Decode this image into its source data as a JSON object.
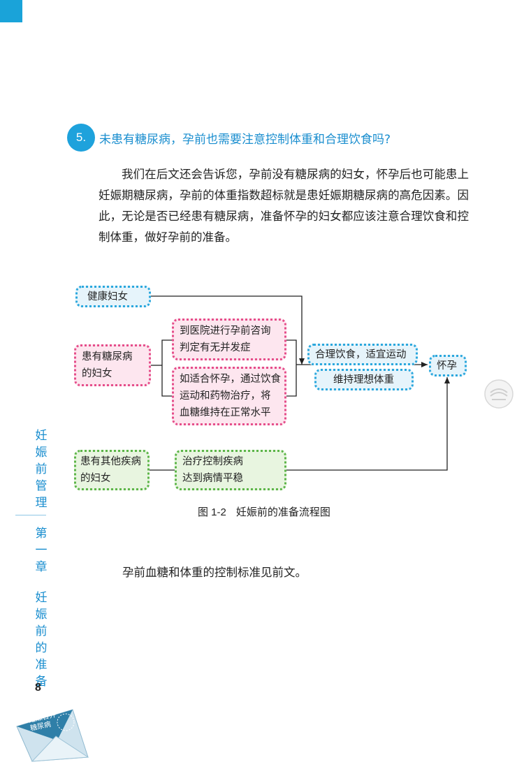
{
  "question": {
    "number": "5.",
    "title": "未患有糖尿病，孕前也需要注意控制体重和合理饮食吗?"
  },
  "paragraph": "我们在后文还会告诉您，孕前没有糖尿病的妇女，怀孕后也可能患上妊娠期糖尿病，孕前的体重指数超标就是患妊娠期糖尿病的高危因素。因此，无论是否已经患有糖尿病，准备怀孕的妇女都应该注意合理饮食和控制体重，做好孕前的准备。",
  "flowchart": {
    "healthy": "健康妇女",
    "diabetic": [
      "患有糖尿病",
      "的妇女"
    ],
    "consult": [
      "到医院进行孕前咨询",
      "判定有无并发症"
    ],
    "suitable": [
      "如适合怀孕，通过饮食",
      "运动和药物治疗，将",
      "血糖维持在正常水平"
    ],
    "diet": "合理饮食，适宜运动",
    "weight": "维持理想体重",
    "pregnant": "怀孕",
    "other": [
      "患有其他疾病",
      "的妇女"
    ],
    "treat": [
      "治疗控制疾病",
      "达到病情平稳"
    ]
  },
  "caption": {
    "number": "图 1-2",
    "text": "妊娠前的准备流程图"
  },
  "paragraph2": "孕前血糖和体重的控制标准见前文。",
  "sidebar": {
    "title": [
      "妊",
      "娠",
      "前",
      "管",
      "理"
    ],
    "chapter_a": [
      "第",
      "一",
      "章"
    ],
    "chapter_b": [
      "妊",
      "娠",
      "前",
      "的",
      "准",
      "备"
    ],
    "page": "8"
  },
  "logo": [
    "妊娠合并",
    "糖尿病"
  ],
  "colors": {
    "accent": "#1a8ecf",
    "blue_border": "#2aa7dd",
    "pink_border": "#e54d8a",
    "green_border": "#5cb548"
  }
}
